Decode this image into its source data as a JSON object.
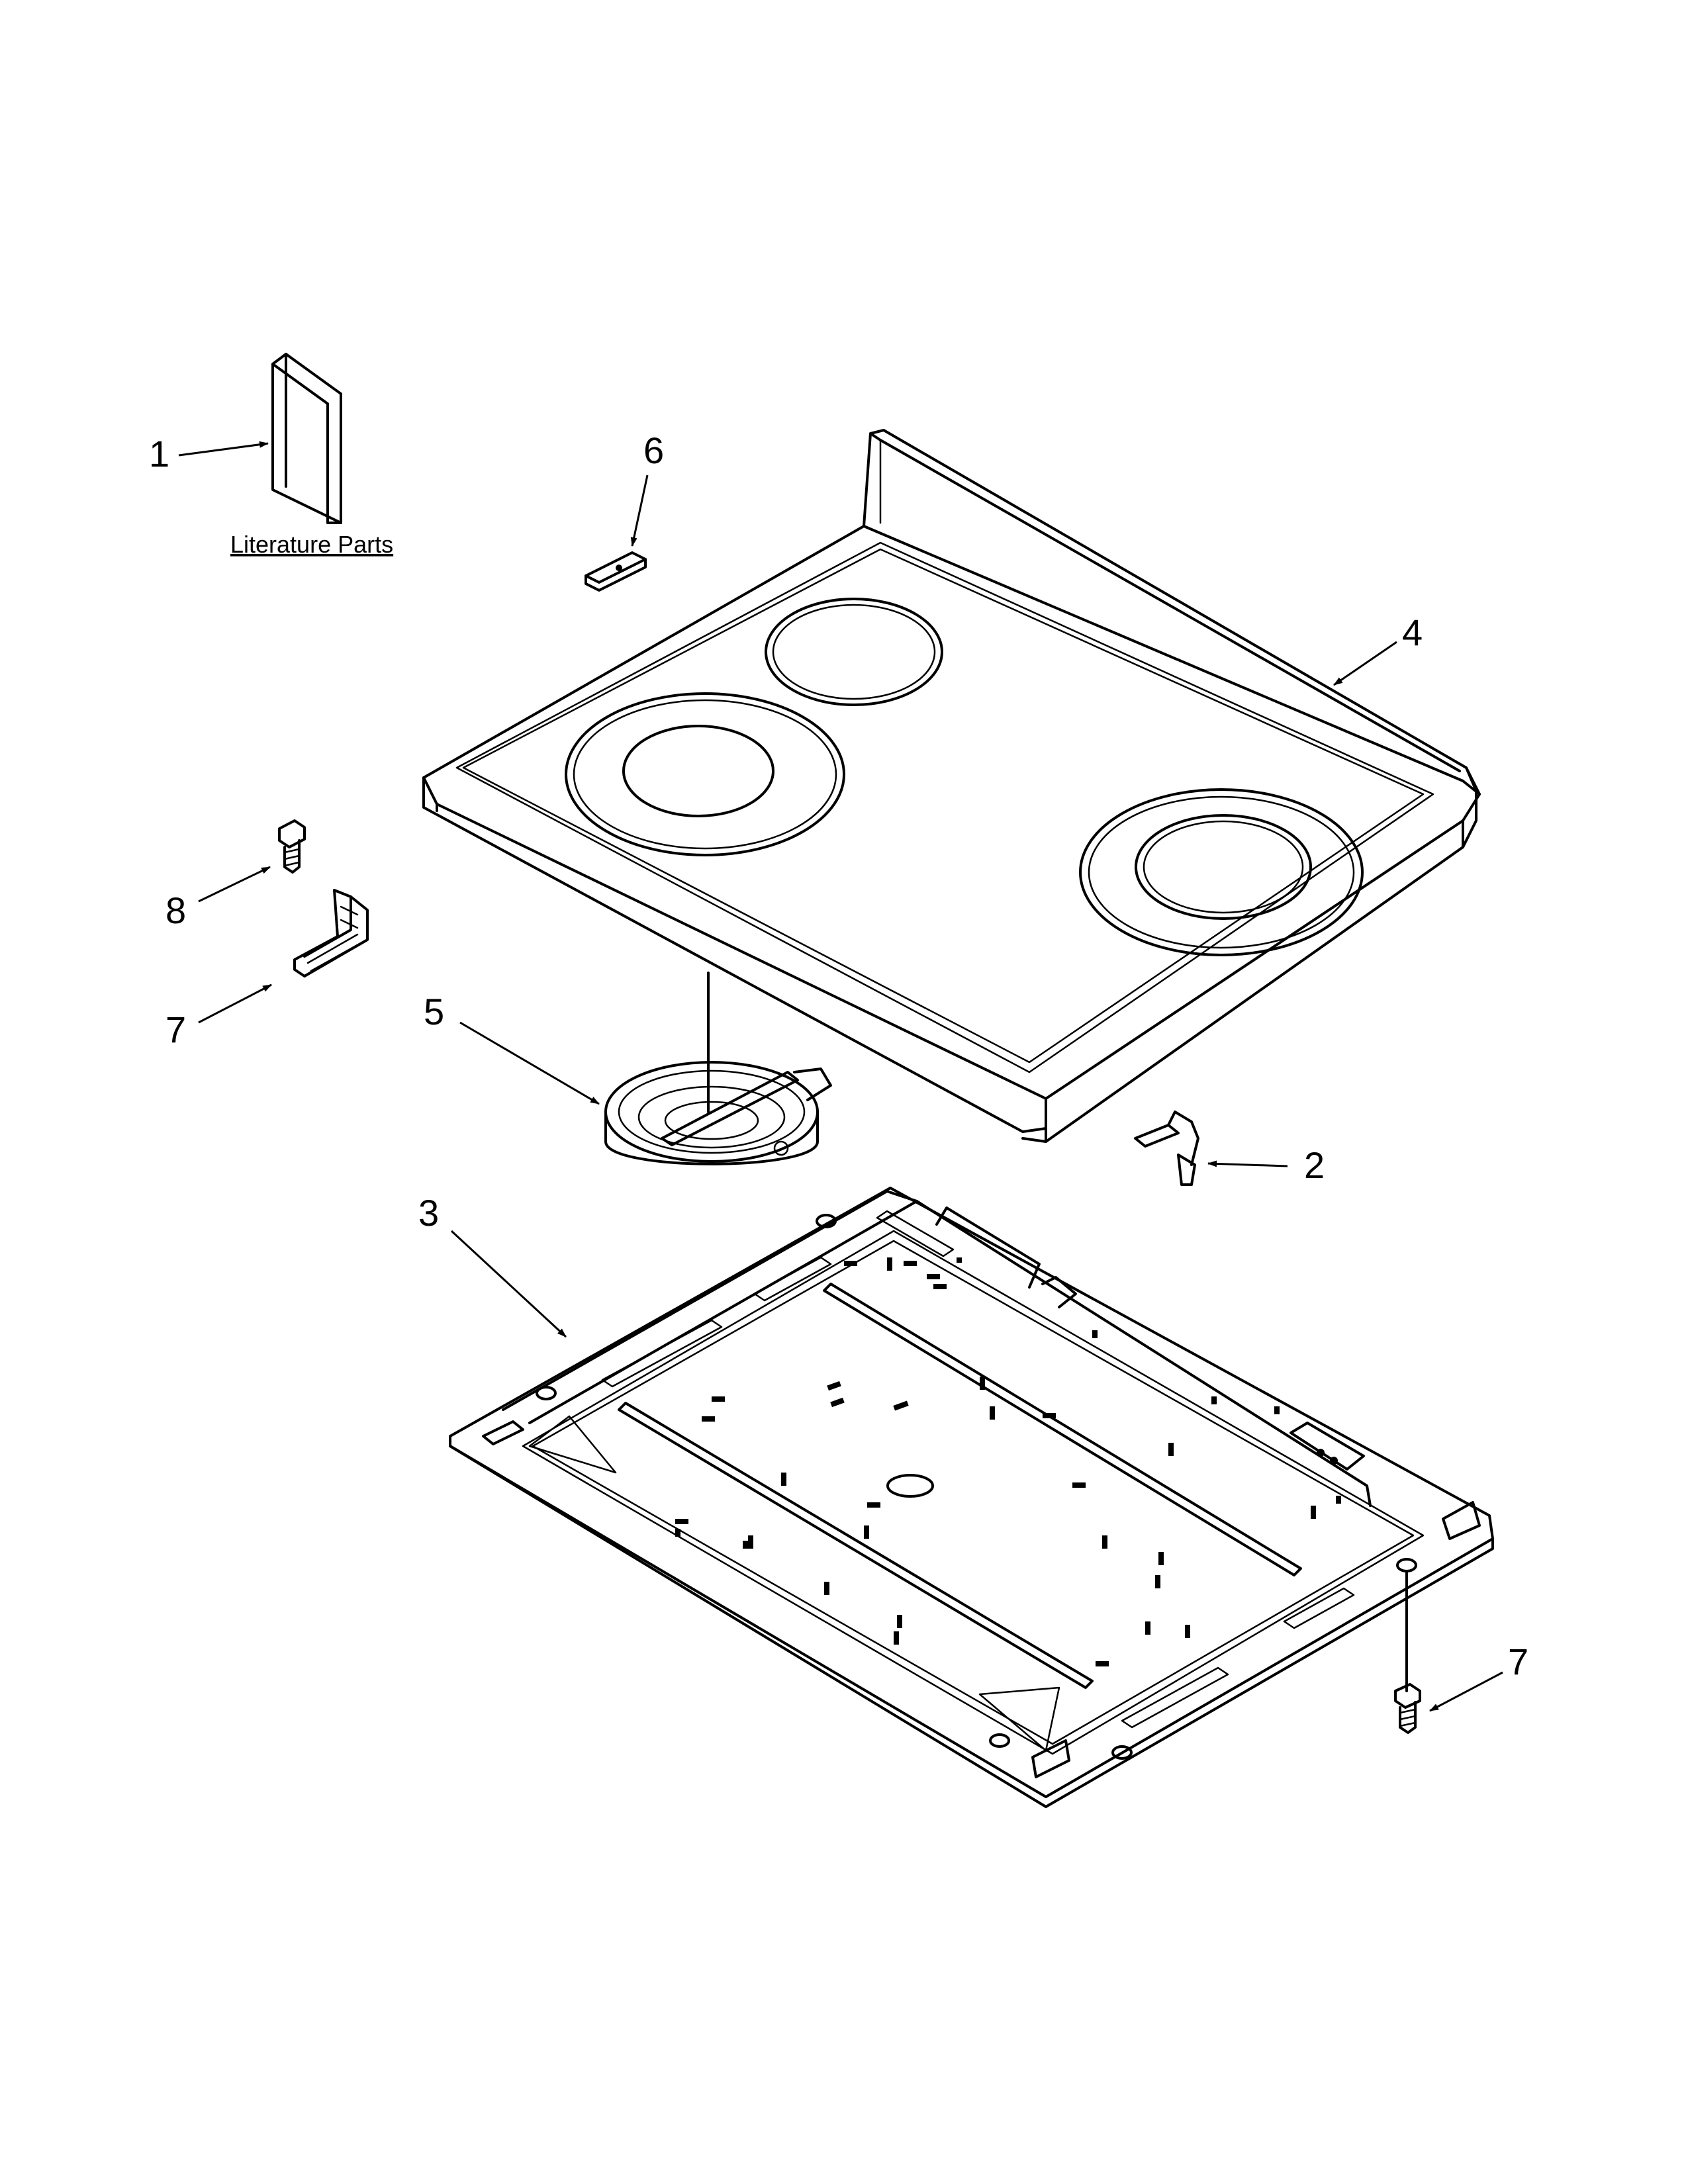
{
  "callouts": {
    "c1": "1",
    "c2": "2",
    "c3": "3",
    "c4": "4",
    "c5": "5",
    "c6": "6",
    "c7a": "7",
    "c7b": "7",
    "c8": "8"
  },
  "captions": {
    "literature": "Literature Parts"
  }
}
